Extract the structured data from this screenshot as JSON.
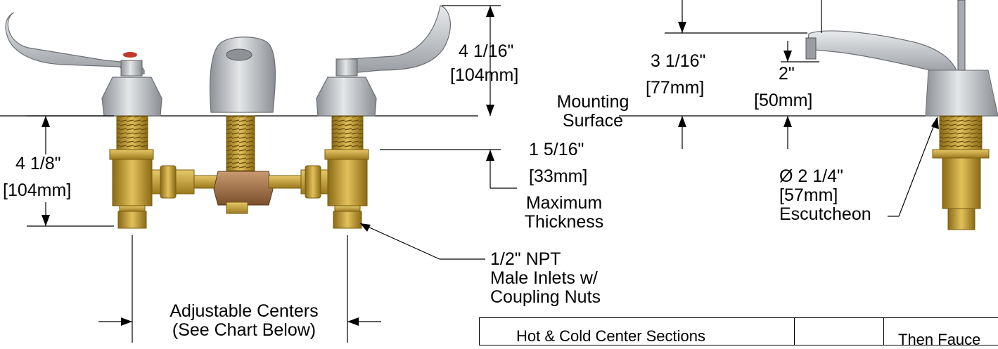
{
  "dimensions": {
    "handle_height": {
      "imperial": "4 1/16\"",
      "metric": "104mm"
    },
    "spout_height": {
      "imperial": "3 1/16\"",
      "metric": "77mm"
    },
    "outlet_clearance": {
      "imperial": "2\"",
      "metric": "50mm"
    },
    "shank_length": {
      "imperial": "4 1/8\"",
      "metric": "104mm"
    },
    "deck_thickness": {
      "imperial": "1 5/16\"",
      "metric": "33mm"
    }
  },
  "labels": {
    "mounting_surface": [
      "Mounting",
      "Surface"
    ],
    "max_thickness": [
      "Maximum",
      "Thickness"
    ],
    "inlets": [
      "1/2\" NPT",
      "Male Inlets w/",
      "Coupling Nuts"
    ],
    "adjustable_centers": [
      "Adjustable Centers",
      "(See Chart Below)"
    ],
    "escutcheon": [
      "Ø 2 1/4\"",
      "[57mm]",
      "Escutcheon"
    ]
  },
  "table": {
    "headers": [
      "Hot & Cold Center Sections",
      "",
      "Then Fauce"
    ]
  },
  "colors": {
    "chrome": "#b9bcc0",
    "chrome_dark": "#7d8186",
    "brass": "#c9a233",
    "brass_dark": "#8a6a14",
    "bronze": "#a8744a",
    "hot_dot": "#c0392b"
  }
}
